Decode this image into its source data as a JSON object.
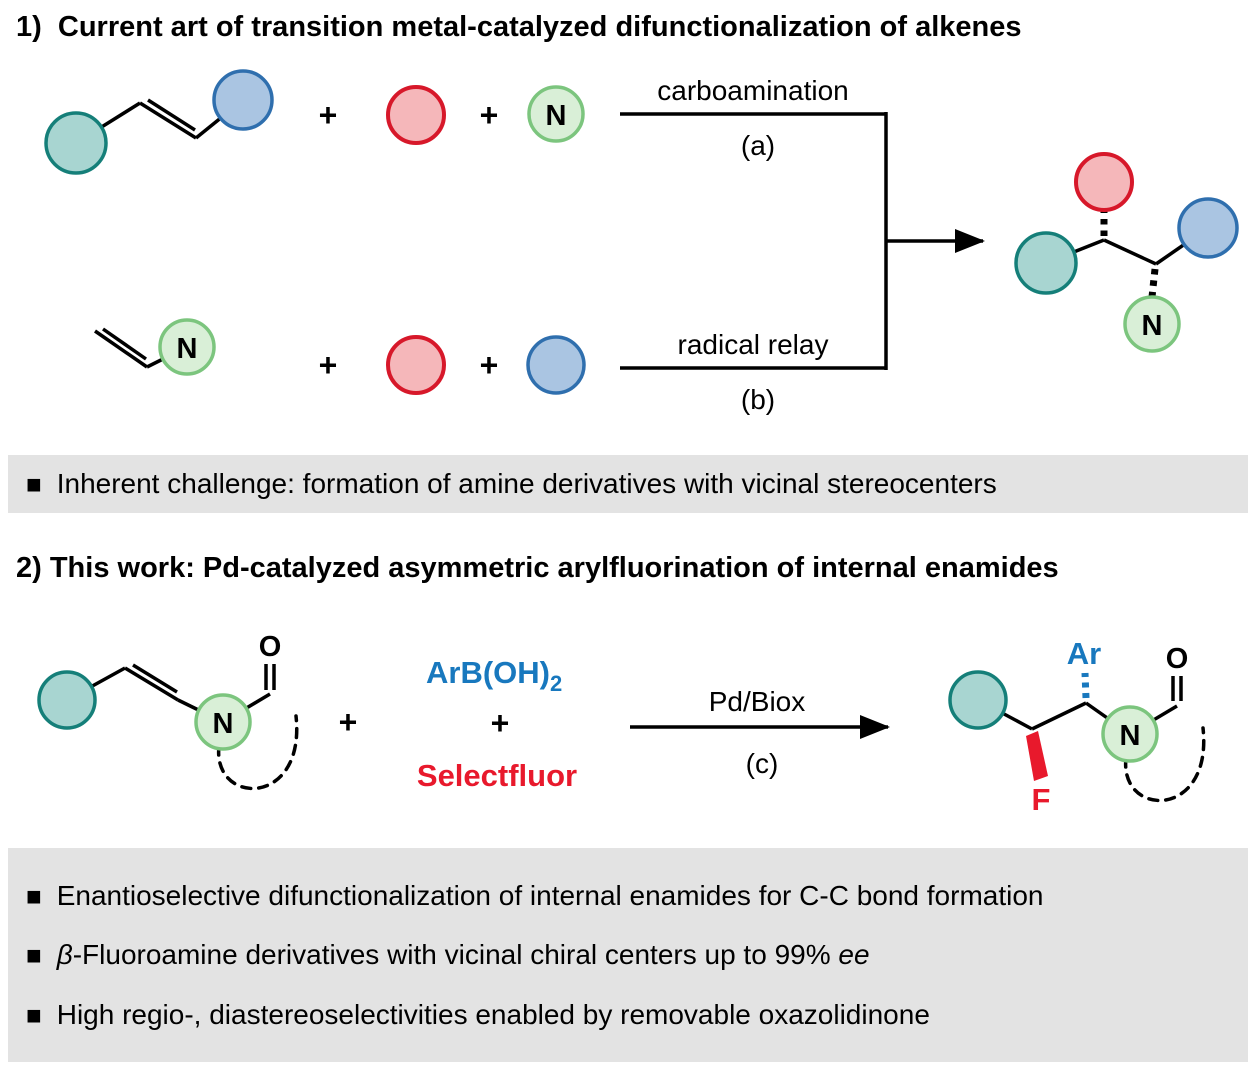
{
  "colors": {
    "teal-fill": "#a8d5d1",
    "teal-stroke": "#157f79",
    "blue-fill": "#aac5e2",
    "blue-stroke": "#2f6fae",
    "red-fill": "#f5b7ba",
    "red-stroke": "#d7182a",
    "green-fill": "#d9efd7",
    "green-stroke": "#7cc57e",
    "blue-text": "#1878be",
    "red-text": "#e8192c",
    "banner-bg": "#e3e3e3"
  },
  "symbols": {
    "plus": "+",
    "bullet": "■"
  },
  "atoms": {
    "n": "N",
    "o": "O",
    "f": "F",
    "ar": "Ar"
  },
  "section1": {
    "heading": "1)  Current art of transition metal-catalyzed difunctionalization of alkenes",
    "route_a": {
      "label": "carboamination",
      "tag": "(a)"
    },
    "route_b": {
      "label": "radical relay",
      "tag": "(b)"
    },
    "challenge": "Inherent challenge: formation of amine derivatives with vicinal stereocenters"
  },
  "section2": {
    "heading": "2) This work: Pd-catalyzed asymmetric arylfluorination of internal enamides",
    "reagents": {
      "boronic_acid": "ArB(OH)",
      "boronic_acid_sub": "2",
      "fluorinating_agent": "Selectfluor"
    },
    "condition": {
      "label": "Pd/Biox",
      "tag": "(c)"
    },
    "bullets": [
      {
        "text": "Enantioselective difunctionalization of internal enamides for C-C bond formation"
      },
      {
        "lead_italic": "β",
        "text": "-Fluoroamine derivatives with vicinal chiral centers up to 99% ",
        "tail_italic": "ee"
      },
      {
        "text": "High regio-, diastereoselectivities enabled by removable oxazolidinone"
      }
    ]
  }
}
